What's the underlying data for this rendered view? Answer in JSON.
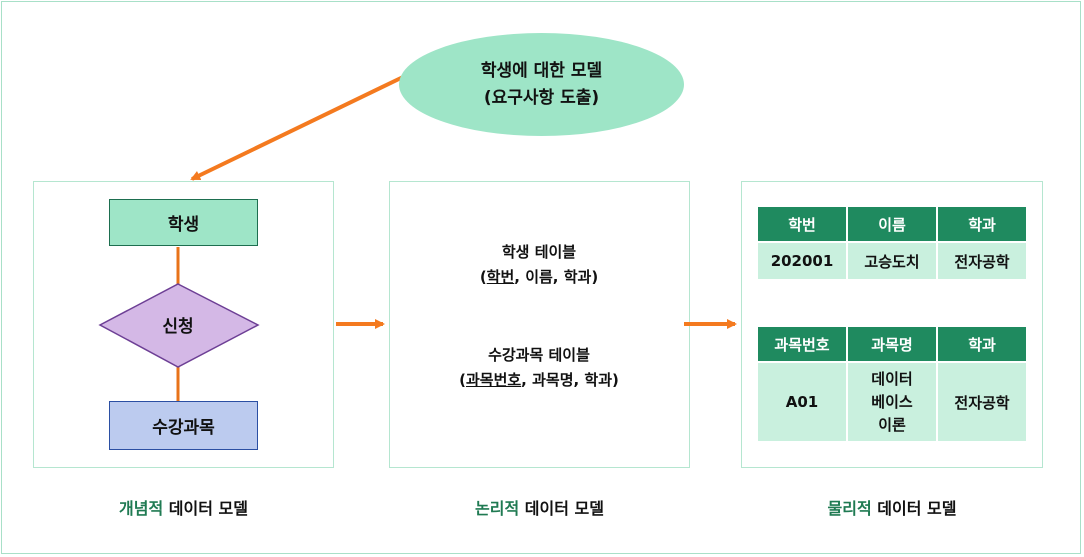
{
  "requirements": {
    "line1": "학생에 대한 모델",
    "line2": "(요구사항 도출)"
  },
  "conceptual": {
    "entity_student": "학생",
    "relationship": "신청",
    "entity_course": "수강과목",
    "caption_highlight": "개념적",
    "caption_rest": " 데이터 모델"
  },
  "logical": {
    "table1_name": "학생 테이블",
    "table1_open": "(",
    "table1_key": "학번",
    "table1_rest": ", 이름, 학과)",
    "table2_name": "수강과목 테이블",
    "table2_open": "(",
    "table2_key": "과목번호",
    "table2_rest": ", 과목명, 학과)",
    "caption_highlight": "논리적",
    "caption_rest": " 데이터 모델"
  },
  "physical": {
    "student_table": {
      "headers": [
        "학번",
        "이름",
        "학과"
      ],
      "row": [
        "202001",
        "고승도치",
        "전자공학"
      ]
    },
    "course_table": {
      "headers": [
        "과목번호",
        "과목명",
        "학과"
      ],
      "row": [
        "A01",
        "데이터\n베이스\n이론",
        "전자공학"
      ]
    },
    "caption_highlight": "물리적",
    "caption_rest": " 데이터 모델"
  },
  "colors": {
    "arrow": "#f47a1f",
    "connector": "#e8731a",
    "frame_border": "#a8e0c8",
    "oval_fill": "#9ee5c7",
    "entity_fill": "#9ee5c7",
    "relationship_fill": "#d4b8e6",
    "course_fill": "#bccbef",
    "table_header": "#1f8a5f",
    "table_cell": "#c9f0de",
    "caption_highlight": "#1f7a52"
  }
}
